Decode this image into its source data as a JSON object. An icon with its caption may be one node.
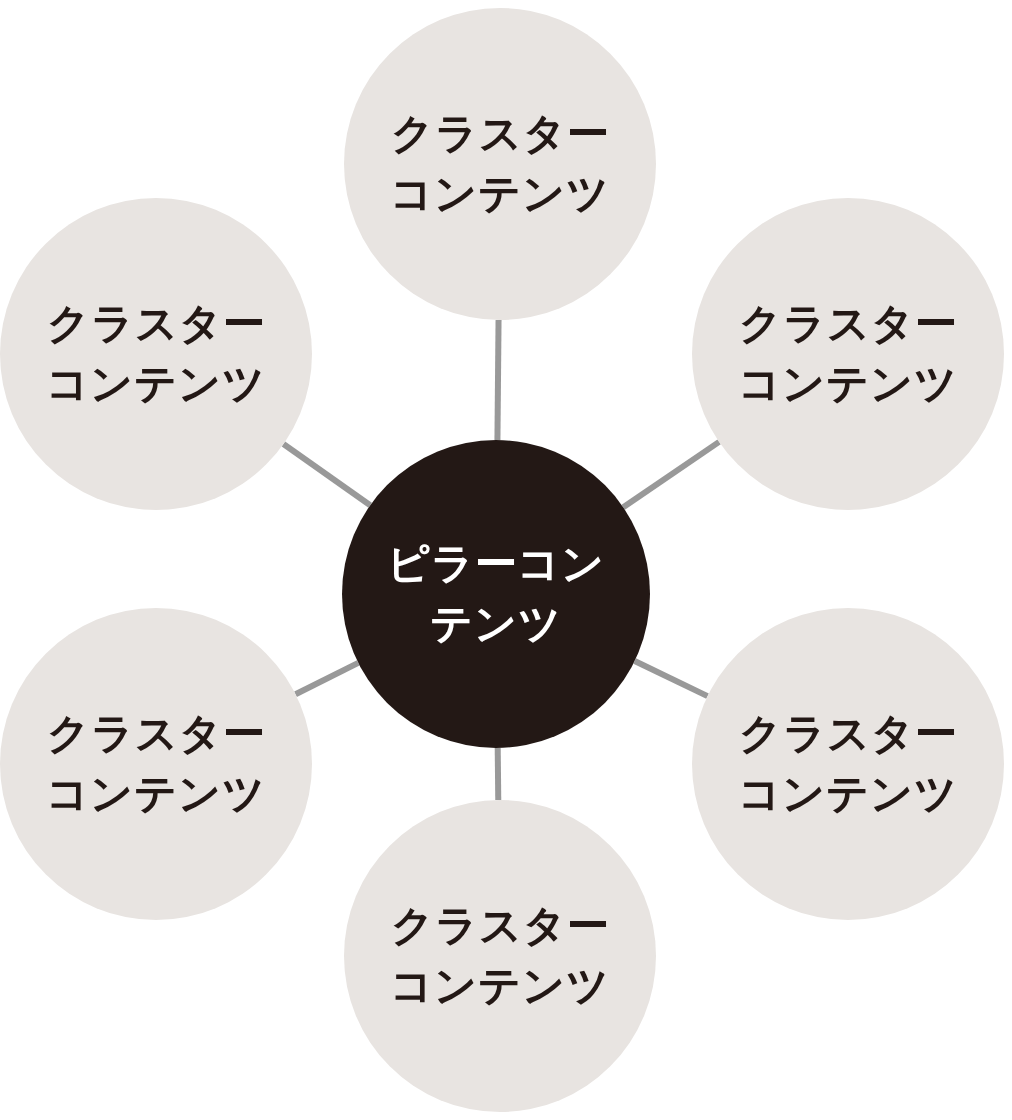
{
  "diagram": {
    "nodes": [
      {
        "text": [
          "クラスターコンテンツ"
        ]
      },
      {
        "text": [
          "クラスターコンテンツ"
        ]
      },
      {
        "text": [
          "クラスターコンテンツ"
        ]
      },
      {
        "text": [
          "ピラーコンテンツ"
        ]
      },
      {
        "text": [
          "クラスターコンテンツ"
        ]
      },
      {
        "text": [
          "クラスターコンテンツ"
        ]
      },
      {
        "text": [
          "クラスターコンテンツ"
        ]
      }
    ],
    "edges": [
      {
        "from": 3,
        "to": 0,
        "arrow": "none"
      },
      {
        "from": 3,
        "to": 1,
        "arrow": "none"
      },
      {
        "from": 3,
        "to": 2,
        "arrow": "none"
      },
      {
        "from": 3,
        "to": 4,
        "arrow": "none"
      },
      {
        "from": 3,
        "to": 5,
        "arrow": "none"
      },
      {
        "from": 3,
        "to": 6,
        "arrow": "none"
      }
    ]
  }
}
